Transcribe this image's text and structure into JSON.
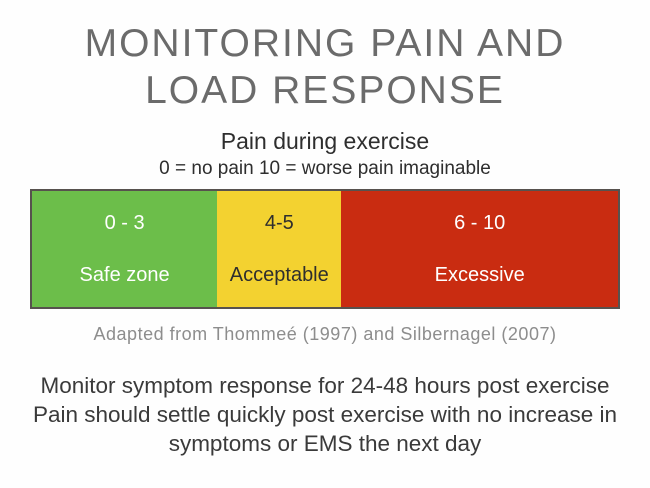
{
  "title": {
    "line1": "MONITORING PAIN AND",
    "line2": "LOAD RESPONSE"
  },
  "subtitle": {
    "heading": "Pain during exercise",
    "scale_note": "0 = no pain 10 = worse pain imaginable"
  },
  "pain_scale": {
    "border_color": "#57524e",
    "zones": [
      {
        "range": "0 - 3",
        "label": "Safe zone",
        "color": "#6cbe4a",
        "text_color": "#ffffff",
        "width": "31.6%"
      },
      {
        "range": "4-5",
        "label": "Acceptable",
        "color": "#f3d230",
        "text_color": "#2e2e2e",
        "width": "21.2%"
      },
      {
        "range": "6 - 10",
        "label": "Excessive",
        "color": "#c92c11",
        "text_color": "#ffffff",
        "width": "47.2%"
      }
    ]
  },
  "citation": "Adapted from Thommeé (1997) and Silbernagel (2007)",
  "footer": {
    "line1": "Monitor symptom response for 24-48 hours post exercise",
    "line2": "Pain should settle quickly post exercise with no increase in symptoms or EMS the next day"
  }
}
